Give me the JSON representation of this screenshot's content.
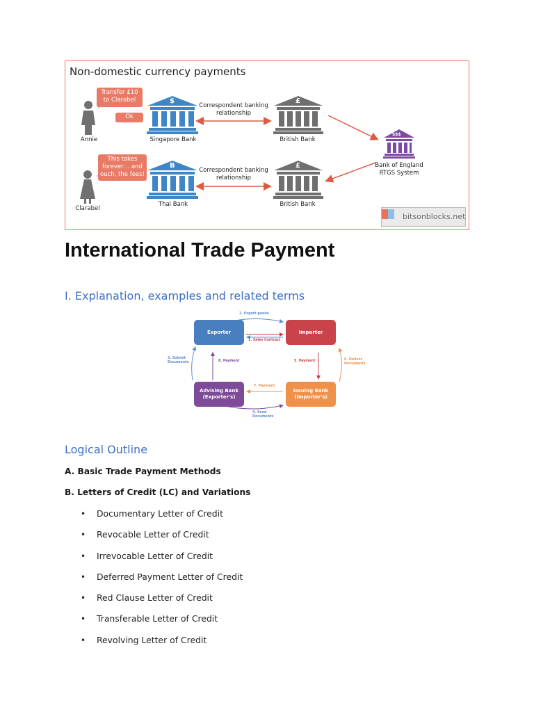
{
  "figure1": {
    "title": "Non-domestic currency payments",
    "annie_bubble": "Transfer £10 to Clarabel",
    "annie_reply": "Ok",
    "clarabel_bubble": "This takes forever… and ouch, the fees!",
    "annie": "Annie",
    "clarabel": "Clarabel",
    "singapore_bank": "Singapore Bank",
    "thai_bank": "Thai Bank",
    "british_bank_top": "British Bank",
    "british_bank_bottom": "British Bank",
    "correspondent_top": "Correspondent banking relationship",
    "correspondent_bottom": "Correspondent banking relationship",
    "boe_line1": "Bank of England",
    "boe_line2": "RTGS System",
    "symbol_sgd": "$",
    "symbol_gbp": "£",
    "symbol_thb": "B",
    "symbol_boe": "$$$",
    "watermark": "bitsonblocks.net",
    "colors": {
      "bank_blue": "#3f86c7",
      "bank_grey": "#6f6f6f",
      "boe_purple": "#7d4aa3",
      "bubble": "#e87a66",
      "arrow": "#e05a43"
    }
  },
  "heading_main": "International Trade Payment",
  "section1_heading": "I. Explanation, examples and related terms",
  "figure2": {
    "exporter": "Exporter",
    "importer": "Importer",
    "advising_bank_1": "Advising Bank",
    "advising_bank_2": "(Exporter's)",
    "issuing_bank_1": "Issuing Bank",
    "issuing_bank_2": "(Importer's)",
    "step1": "1. Sales Contract",
    "step2": "2. Export goods",
    "step3_1": "3. Submit",
    "step3_2": "Documents",
    "step4_1": "4. Send",
    "step4_2": "Documents",
    "step5": "5. Payment",
    "step6_1": "6. Deliver",
    "step6_2": "Documents",
    "step7": "7. Payment",
    "step8": "8. Payment",
    "colors": {
      "exporter": "#4a7fbf",
      "importer": "#c9444a",
      "advising": "#7e4b98",
      "issuing": "#f0914a"
    }
  },
  "section2_heading": "Logical Outline",
  "outline_a": "A. Basic Trade Payment Methods",
  "outline_b": "B. Letters of Credit (LC) and Variations",
  "bullet_glyph": "•",
  "lc_list": [
    "Documentary Letter of Credit",
    "Revocable Letter of Credit",
    "Irrevocable Letter of Credit",
    "Deferred Payment Letter of Credit",
    "Red Clause Letter of Credit",
    "Transferable Letter of Credit",
    "Revolving Letter of Credit"
  ]
}
